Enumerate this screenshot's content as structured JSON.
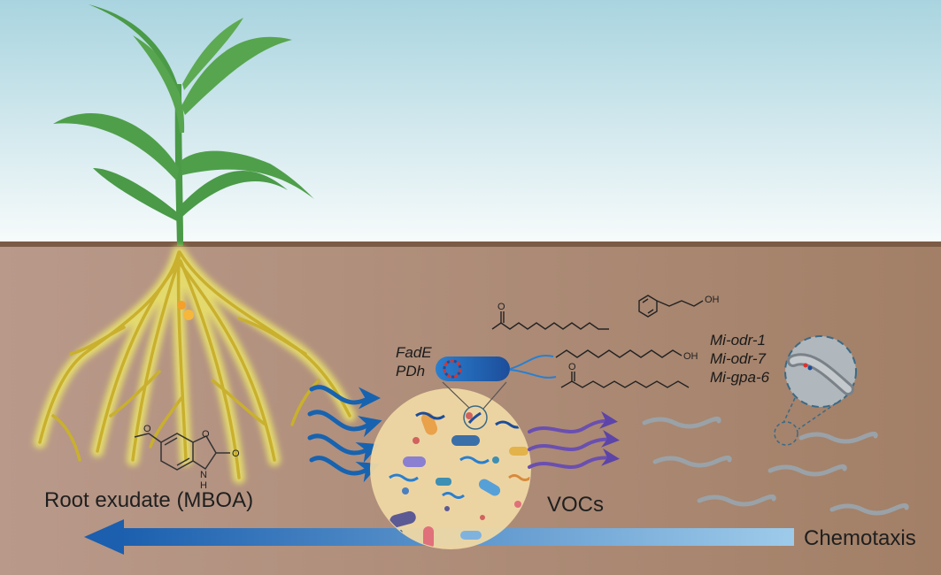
{
  "labels": {
    "root_exudate": "Root exudate (MBOA)",
    "vocs": "VOCs",
    "chemotaxis": "Chemotaxis",
    "genes_bacteria": [
      "FadE",
      "PDh"
    ],
    "genes_nematode": [
      "Mi-odr-1",
      "Mi-odr-7",
      "Mi-gpa-6"
    ]
  },
  "chem_atoms": {
    "oh": "OH",
    "o": "O",
    "h": "H",
    "n": "N"
  },
  "colors": {
    "sky_top": "#a9d4df",
    "sky_bottom": "#f7fbfb",
    "soil_left": "#b9998a",
    "soil_right": "#a27f66",
    "soil_edge": "#7b5b45",
    "leaf": "#4a9a47",
    "root": "#c9b02e",
    "root_glow": "#ece66a",
    "arrow_blue": "#1763b0",
    "arrow_purple": "#6a4fb0",
    "microbe_circle": "#efd8a4",
    "nematode": "#9aa2a8",
    "lens": "#3b6a86"
  }
}
